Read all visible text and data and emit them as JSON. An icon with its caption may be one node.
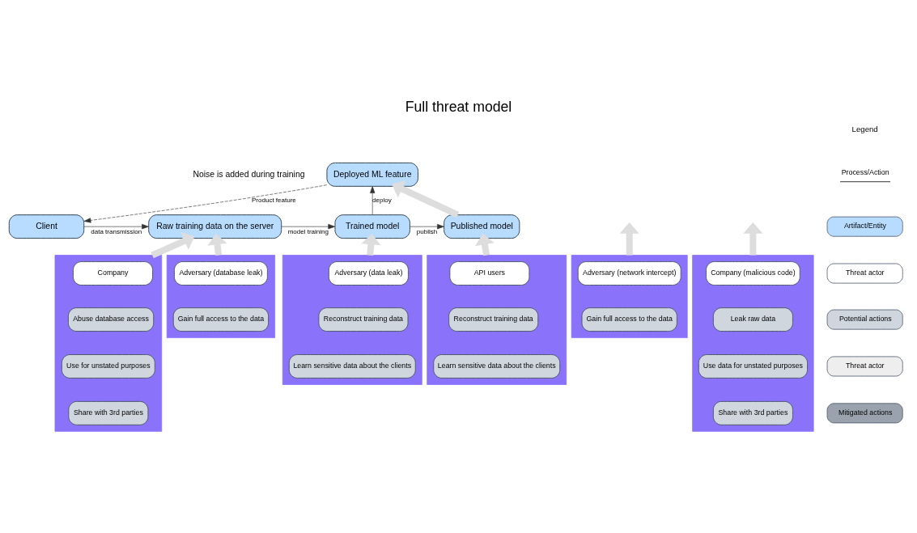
{
  "diagram": {
    "title": "Full threat model",
    "nodes": [
      {
        "text": [
          "Client"
        ]
      },
      {
        "text": [
          "Raw training data on the server"
        ]
      },
      {
        "text": [
          "Trained model"
        ]
      },
      {
        "text": [
          "Deployed ML feature"
        ]
      },
      {
        "text": [
          "Published model"
        ]
      },
      {
        "text": [],
        "shape": "box"
      },
      {
        "text": [
          "Adversary (network intercept)"
        ],
        "in": 5
      },
      {
        "text": [
          "Gain full access to the data"
        ],
        "in": 5
      },
      {
        "text": [],
        "shape": "box"
      },
      {
        "text": [
          "Company"
        ],
        "in": 8
      },
      {
        "text": [
          "Abuse database access"
        ],
        "in": 8
      },
      {
        "text": [
          "Use for unstated purposes"
        ],
        "in": 8
      },
      {
        "text": [
          "Share with 3rd parties"
        ],
        "in": 8
      },
      {
        "text": [],
        "shape": "box"
      },
      {
        "text": [
          "Adversary (database leak)"
        ],
        "in": 13
      },
      {
        "text": [
          "Gain full access to the data"
        ],
        "in": 13
      },
      {
        "text": [],
        "shape": "box"
      },
      {
        "text": [
          "Company (malicious code)"
        ],
        "in": 16
      },
      {
        "text": [
          "Leak raw data"
        ],
        "in": 16
      },
      {
        "text": [
          "Use data for unstated purposes"
        ],
        "in": 16
      },
      {
        "text": [
          "Share with 3rd parties"
        ],
        "in": 16
      },
      {
        "text": [],
        "shape": "box"
      },
      {
        "text": [
          "Adversary (data leak)"
        ],
        "in": 21
      },
      {
        "text": [
          "Reconstruct training data"
        ],
        "in": 21
      },
      {
        "text": [
          "Learn sensitive data about the clients"
        ],
        "in": 21
      },
      {
        "text": [],
        "shape": "box"
      },
      {
        "text": [
          "API users"
        ],
        "in": 25
      },
      {
        "text": [
          "Reconstruct training data"
        ],
        "in": 25
      },
      {
        "text": [
          "Learn sensitive data about the clients"
        ],
        "in": 25
      }
    ],
    "edges": [
      {
        "from": 0,
        "to": 1,
        "arrow": "to",
        "label": "data transmission",
        "color": "#333333"
      },
      {
        "from": 1,
        "to": 2,
        "arrow": "to",
        "label": "model training",
        "color": "#333333"
      },
      {
        "from": 2,
        "to": 3,
        "arrow": "to",
        "label": "deploy",
        "color": "#333333"
      },
      {
        "from": 2,
        "to": 4,
        "arrow": "to",
        "label": "publish",
        "color": "#333333"
      },
      {
        "from": 3,
        "to": 0,
        "arrow": "to",
        "label": "Product feature",
        "style": "dashed",
        "color": "#333333"
      },
      {
        "from": 5,
        "to": null,
        "arrow": "to",
        "color": "#dddddd"
      },
      {
        "from": 8,
        "to": 1,
        "arrow": "to",
        "color": "#dddddd"
      },
      {
        "from": 13,
        "to": 1,
        "arrow": "to",
        "color": "#dddddd"
      },
      {
        "from": 16,
        "to": null,
        "arrow": "to",
        "color": "#dddddd"
      },
      {
        "from": 21,
        "to": 2,
        "arrow": "to",
        "color": "#dddddd"
      },
      {
        "from": 25,
        "to": 4,
        "arrow": "to",
        "color": "#dddddd"
      },
      {
        "from": 4,
        "to": 3,
        "arrow": "to",
        "color": "#dddddd"
      }
    ],
    "labels": [
      "Noise is added during training",
      "Legend"
    ],
    "legend": [
      {
        "text": "Process/Action"
      },
      {
        "text": "Artifact/Entity",
        "color": "#b8dcff"
      },
      {
        "text": "Threat actor",
        "color": "#ffffff"
      },
      {
        "text": "Potential actions",
        "color": "#cfd6de"
      },
      {
        "text": "Threat actor",
        "color": "#eeeeee"
      },
      {
        "text": "Mitigated actions",
        "color": "#9aa3ad"
      }
    ]
  }
}
